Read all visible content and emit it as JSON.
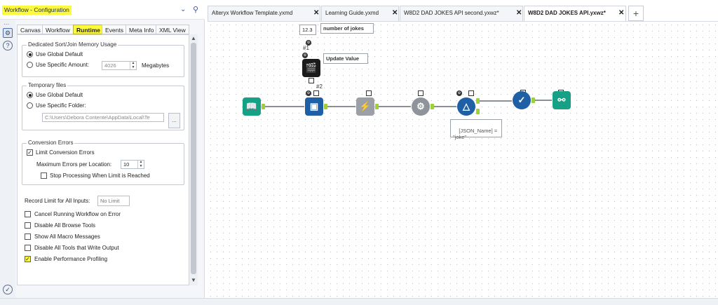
{
  "config_panel": {
    "title": "Workflow - Configuration",
    "tabs": [
      {
        "label": "Canvas"
      },
      {
        "label": "Workflow"
      },
      {
        "label": "Runtime"
      },
      {
        "label": "Events"
      },
      {
        "label": "Meta Info"
      },
      {
        "label": "XML View"
      }
    ],
    "active_tab": "Runtime",
    "sort_join": {
      "legend": "Dedicated Sort/Join Memory Usage",
      "use_global": "Use Global Default",
      "use_specific": "Use Specific Amount:",
      "amount": "4026",
      "unit": "Megabytes"
    },
    "temp_files": {
      "legend": "Temporary files",
      "use_global": "Use Global Default",
      "use_specific": "Use Specific Folder:",
      "folder": "C:\\Users\\Debora Contente\\AppData\\Local\\Te",
      "browse": "..."
    },
    "conversion": {
      "legend": "Conversion Errors",
      "limit": "Limit Conversion Errors",
      "max_label": "Maximum Errors per Location:",
      "max_value": "10",
      "stop": "Stop Processing When Limit is Reached"
    },
    "record_limit": {
      "label": "Record Limit for All Inputs:",
      "placeholder": "No Limit"
    },
    "options": [
      {
        "label": "Cancel Running Workflow on Error",
        "checked": false
      },
      {
        "label": "Disable All Browse Tools",
        "checked": false
      },
      {
        "label": "Show All Macro Messages",
        "checked": false
      },
      {
        "label": "Disable All Tools that Write Output",
        "checked": false
      },
      {
        "label": "Enable Performance Profiling",
        "checked": true
      }
    ],
    "glyphs": {
      "check": "✓",
      "chevron": "⌄",
      "pin": "⚲",
      "up": "▲",
      "down": "▼",
      "dots": "⋯",
      "help": "?",
      "gear": "⚙",
      "ok": "✓"
    }
  },
  "doc_tabs": [
    {
      "label": "Alteryx Workflow Template.yxmd",
      "close": "✕"
    },
    {
      "label": "Learning Guide.yxmd",
      "close": "✕"
    },
    {
      "label": "W8D2 DAD JOKES API second.yxwz*",
      "close": "✕"
    },
    {
      "label": "W8D2 DAD JOKES API.yxwz*",
      "close": "✕"
    }
  ],
  "new_tab": "+",
  "canvas": {
    "numeric_value": "12.3",
    "numeric_label": "number of jokes",
    "tool_1": "#1",
    "update_value": "Update Value",
    "tool_2": "#2",
    "filter_annotation": "[JSON_Name] =\n\"joke\"",
    "tool_glyphs": {
      "input": "📖",
      "download": "▣",
      "parse": "⚡",
      "json": "⚙",
      "filter": "△",
      "select": "✓",
      "browse": "⚯",
      "action": "🎬"
    }
  },
  "colors": {
    "highlight": "#fdfa3d",
    "input_tool": "#16a085",
    "download_tool": "#1f5fa6",
    "parse_tool": "#9aa0a6",
    "json_tool": "#8e9499",
    "filter_tool": "#1f5fa6",
    "select_tool": "#1f5fa6",
    "browse_tool": "#16a085",
    "anchor": "#9ecf3d"
  }
}
